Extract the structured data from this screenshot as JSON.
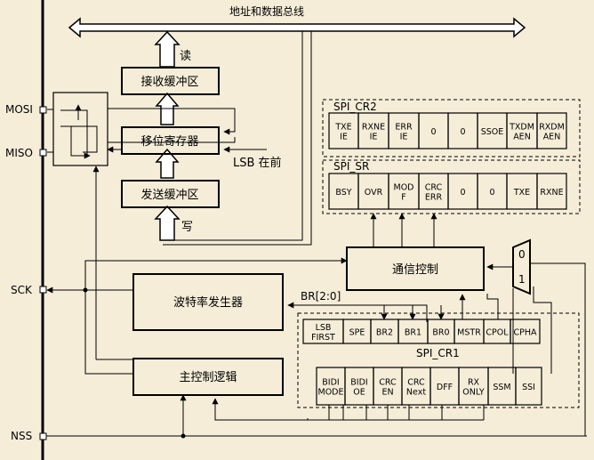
{
  "bus": {
    "label": "地址和数据总线"
  },
  "labels": {
    "read": "读",
    "write": "写",
    "lsb_first": "LSB 在前",
    "br": "BR[2:0]",
    "mux_0": "0",
    "mux_1": "1"
  },
  "blocks": {
    "rx_buffer": "接收缓冲区",
    "shift_register": "移位寄存器",
    "tx_buffer": "发送缓冲区",
    "comm_control": "通信控制",
    "baud_rate_generator": "波特率发生器",
    "master_control_logic": "主控制逻辑"
  },
  "pins": {
    "mosi": "MOSI",
    "miso": "MISO",
    "sck": "SCK",
    "nss": "NSS"
  },
  "registers": {
    "cr2": {
      "title": "SPI_CR2",
      "bits": [
        [
          "TXE",
          "IE"
        ],
        [
          "RXNE",
          "IE"
        ],
        [
          "ERR",
          "IE"
        ],
        [
          "0"
        ],
        [
          "0"
        ],
        [
          "SSOE"
        ],
        [
          "TXDM",
          "AEN"
        ],
        [
          "RXDM",
          "AEN"
        ]
      ]
    },
    "sr": {
      "title": "SPI_SR",
      "bits": [
        [
          "BSY"
        ],
        [
          "OVR"
        ],
        [
          "MOD",
          "F"
        ],
        [
          "CRC",
          "ERR"
        ],
        [
          "0"
        ],
        [
          "0"
        ],
        [
          "TXE"
        ],
        [
          "RXNE"
        ]
      ]
    },
    "cr1": {
      "title": "SPI_CR1",
      "row1": [
        [
          "LSB",
          "FIRST"
        ],
        [
          "SPE"
        ],
        [
          "BR2"
        ],
        [
          "BR1"
        ],
        [
          "BR0"
        ],
        [
          "MSTR"
        ],
        [
          "CPOL"
        ],
        [
          "CPHA"
        ]
      ],
      "row2": [
        [
          "BIDI",
          "MODE"
        ],
        [
          "BIDI",
          "OE"
        ],
        [
          "CRC",
          "EN"
        ],
        [
          "CRC",
          "Next"
        ],
        [
          "DFF"
        ],
        [
          "RX",
          "ONLY"
        ],
        [
          "SSM"
        ],
        [
          "SSI"
        ]
      ]
    }
  }
}
